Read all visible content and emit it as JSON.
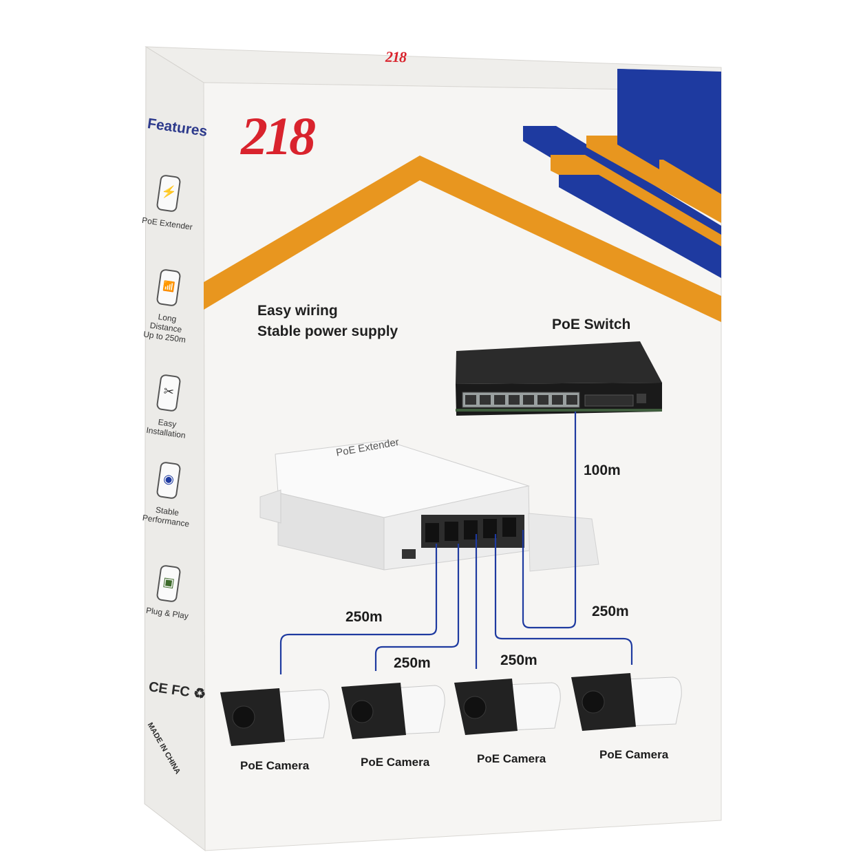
{
  "brand": {
    "logo": "218",
    "top_logo": "218"
  },
  "colors": {
    "orange": "#e8961f",
    "blue": "#1e3aa0",
    "red": "#d9232d",
    "box_face": "#f4f3f1",
    "box_side": "#ecebe8"
  },
  "tagline": {
    "line1": "Easy wiring",
    "line2": "Stable power supply"
  },
  "features": {
    "title": "Features",
    "items": [
      {
        "label": "PoE Extender",
        "icon": "poe-extender-icon",
        "glyph": "⚡"
      },
      {
        "label": "Long Distance\nUp to 250m",
        "icon": "wifi-icon",
        "glyph": "📶"
      },
      {
        "label": "Easy Installation",
        "icon": "tools-icon",
        "glyph": "✂"
      },
      {
        "label": "Stable\nPerformance",
        "icon": "shield-icon",
        "glyph": "◉"
      },
      {
        "label": "Plug & Play",
        "icon": "monitor-icon",
        "glyph": "▣"
      }
    ],
    "certs": "CE FC ♻",
    "origin": "MADE IN CHINA"
  },
  "diagram": {
    "switch_label": "PoE Switch",
    "extender_label": "PoE Extender",
    "uplink_distance": "100m",
    "distances": [
      "250m",
      "250m",
      "250m",
      "250m"
    ],
    "cameras": [
      "PoE Camera",
      "PoE Camera",
      "PoE Camera",
      "PoE Camera"
    ]
  }
}
